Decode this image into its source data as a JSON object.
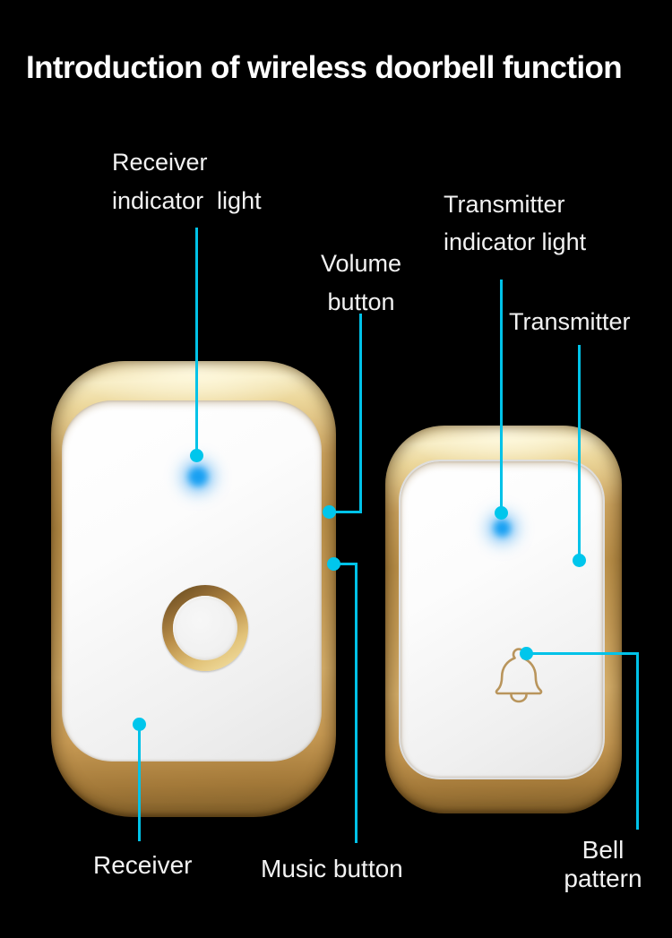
{
  "title": "Introduction of wireless doorbell function",
  "labels": {
    "receiver_indicator": "Receiver\nindicator  light",
    "volume_button": "Volume\nbutton",
    "transmitter_indicator": "Transmitter\nindicator light",
    "transmitter": "Transmitter",
    "receiver": "Receiver",
    "music_button": "Music button",
    "bell_pattern": "Bell\npattern"
  },
  "devices": {
    "receiver_name": "Receiver",
    "transmitter_name": "Transmitter"
  },
  "icons": {
    "bell": "bell-outline-icon (gold stroked svg)",
    "led": "led-glow-dot (blue blurred circle)",
    "marker": "connector-dot (cyan circle)"
  },
  "colors": {
    "background": "#000000",
    "title_text": "#ffffff",
    "label_text": "#f2f2f2",
    "connector_cyan": "#00c2e8",
    "led_blue": "#18a0f2",
    "gold_light": "#f6ebc0",
    "gold_mid": "#c89e58",
    "gold_dark": "#7c5c28",
    "face_white": "#f7f7f7"
  }
}
